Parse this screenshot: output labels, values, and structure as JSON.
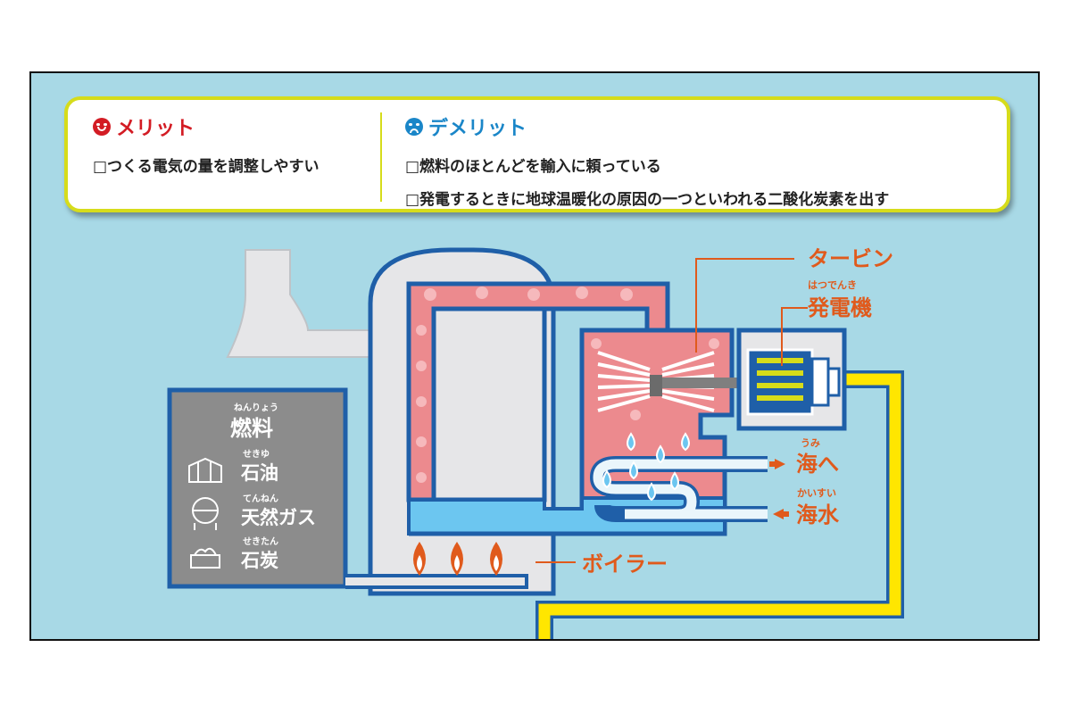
{
  "merits": {
    "title": "メリット",
    "items": [
      "□つくる電気の量を調整しやすい"
    ]
  },
  "demerits": {
    "title": "デメリット",
    "items": [
      "□燃料のほとんどを輸入に頼っている",
      "□発電するときに地球温暖化の原因の一つといわれる二酸化炭素を出す"
    ]
  },
  "fuel": {
    "ruby": "ねんりょう",
    "title": "燃料",
    "items": [
      {
        "ruby": "せきゆ",
        "label": "石油",
        "icon": "oil-tank-icon"
      },
      {
        "ruby": "てんねん",
        "label": "天然ガス",
        "icon": "gas-tank-icon"
      },
      {
        "ruby": "せきたん",
        "label": "石炭",
        "icon": "coal-icon"
      }
    ]
  },
  "labels": {
    "turbine": "タービン",
    "generator_ruby": "はつでんき",
    "generator": "発電機",
    "to_sea_ruby": "うみ",
    "to_sea": "海へ",
    "seawater_ruby": "かいすい",
    "seawater": "海水",
    "boiler": "ボイラー"
  },
  "colors": {
    "background": "#a8d9e6",
    "accent_merit": "#d31c24",
    "accent_demerit": "#1a86c8",
    "label_orange": "#e05a1c",
    "box_border": "#d6dc1b",
    "wire_yellow": "#ffe600",
    "pipe_blue": "#1f5fa8",
    "steam_pink": "#ec8a8e",
    "water_blue": "#6cc6f0",
    "fuel_gray": "#8c8c8c"
  }
}
